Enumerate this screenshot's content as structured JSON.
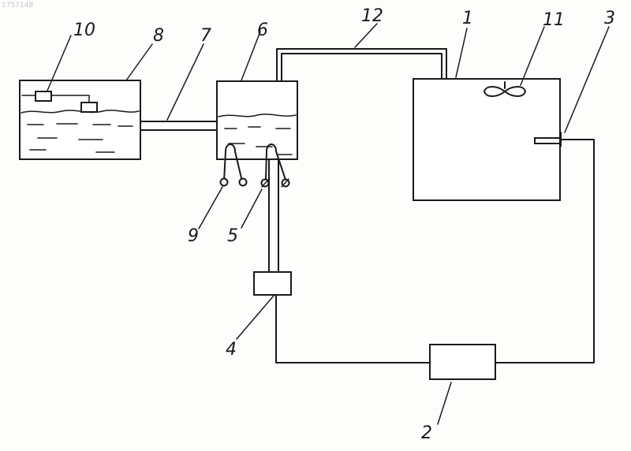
{
  "watermark": "1757148",
  "labels": {
    "l1": "1",
    "l2": "2",
    "l3": "3",
    "l4": "4",
    "l5": "5",
    "l6": "6",
    "l7": "7",
    "l8": "8",
    "l9": "9",
    "l10": "10",
    "l11": "11",
    "l12": "12"
  }
}
